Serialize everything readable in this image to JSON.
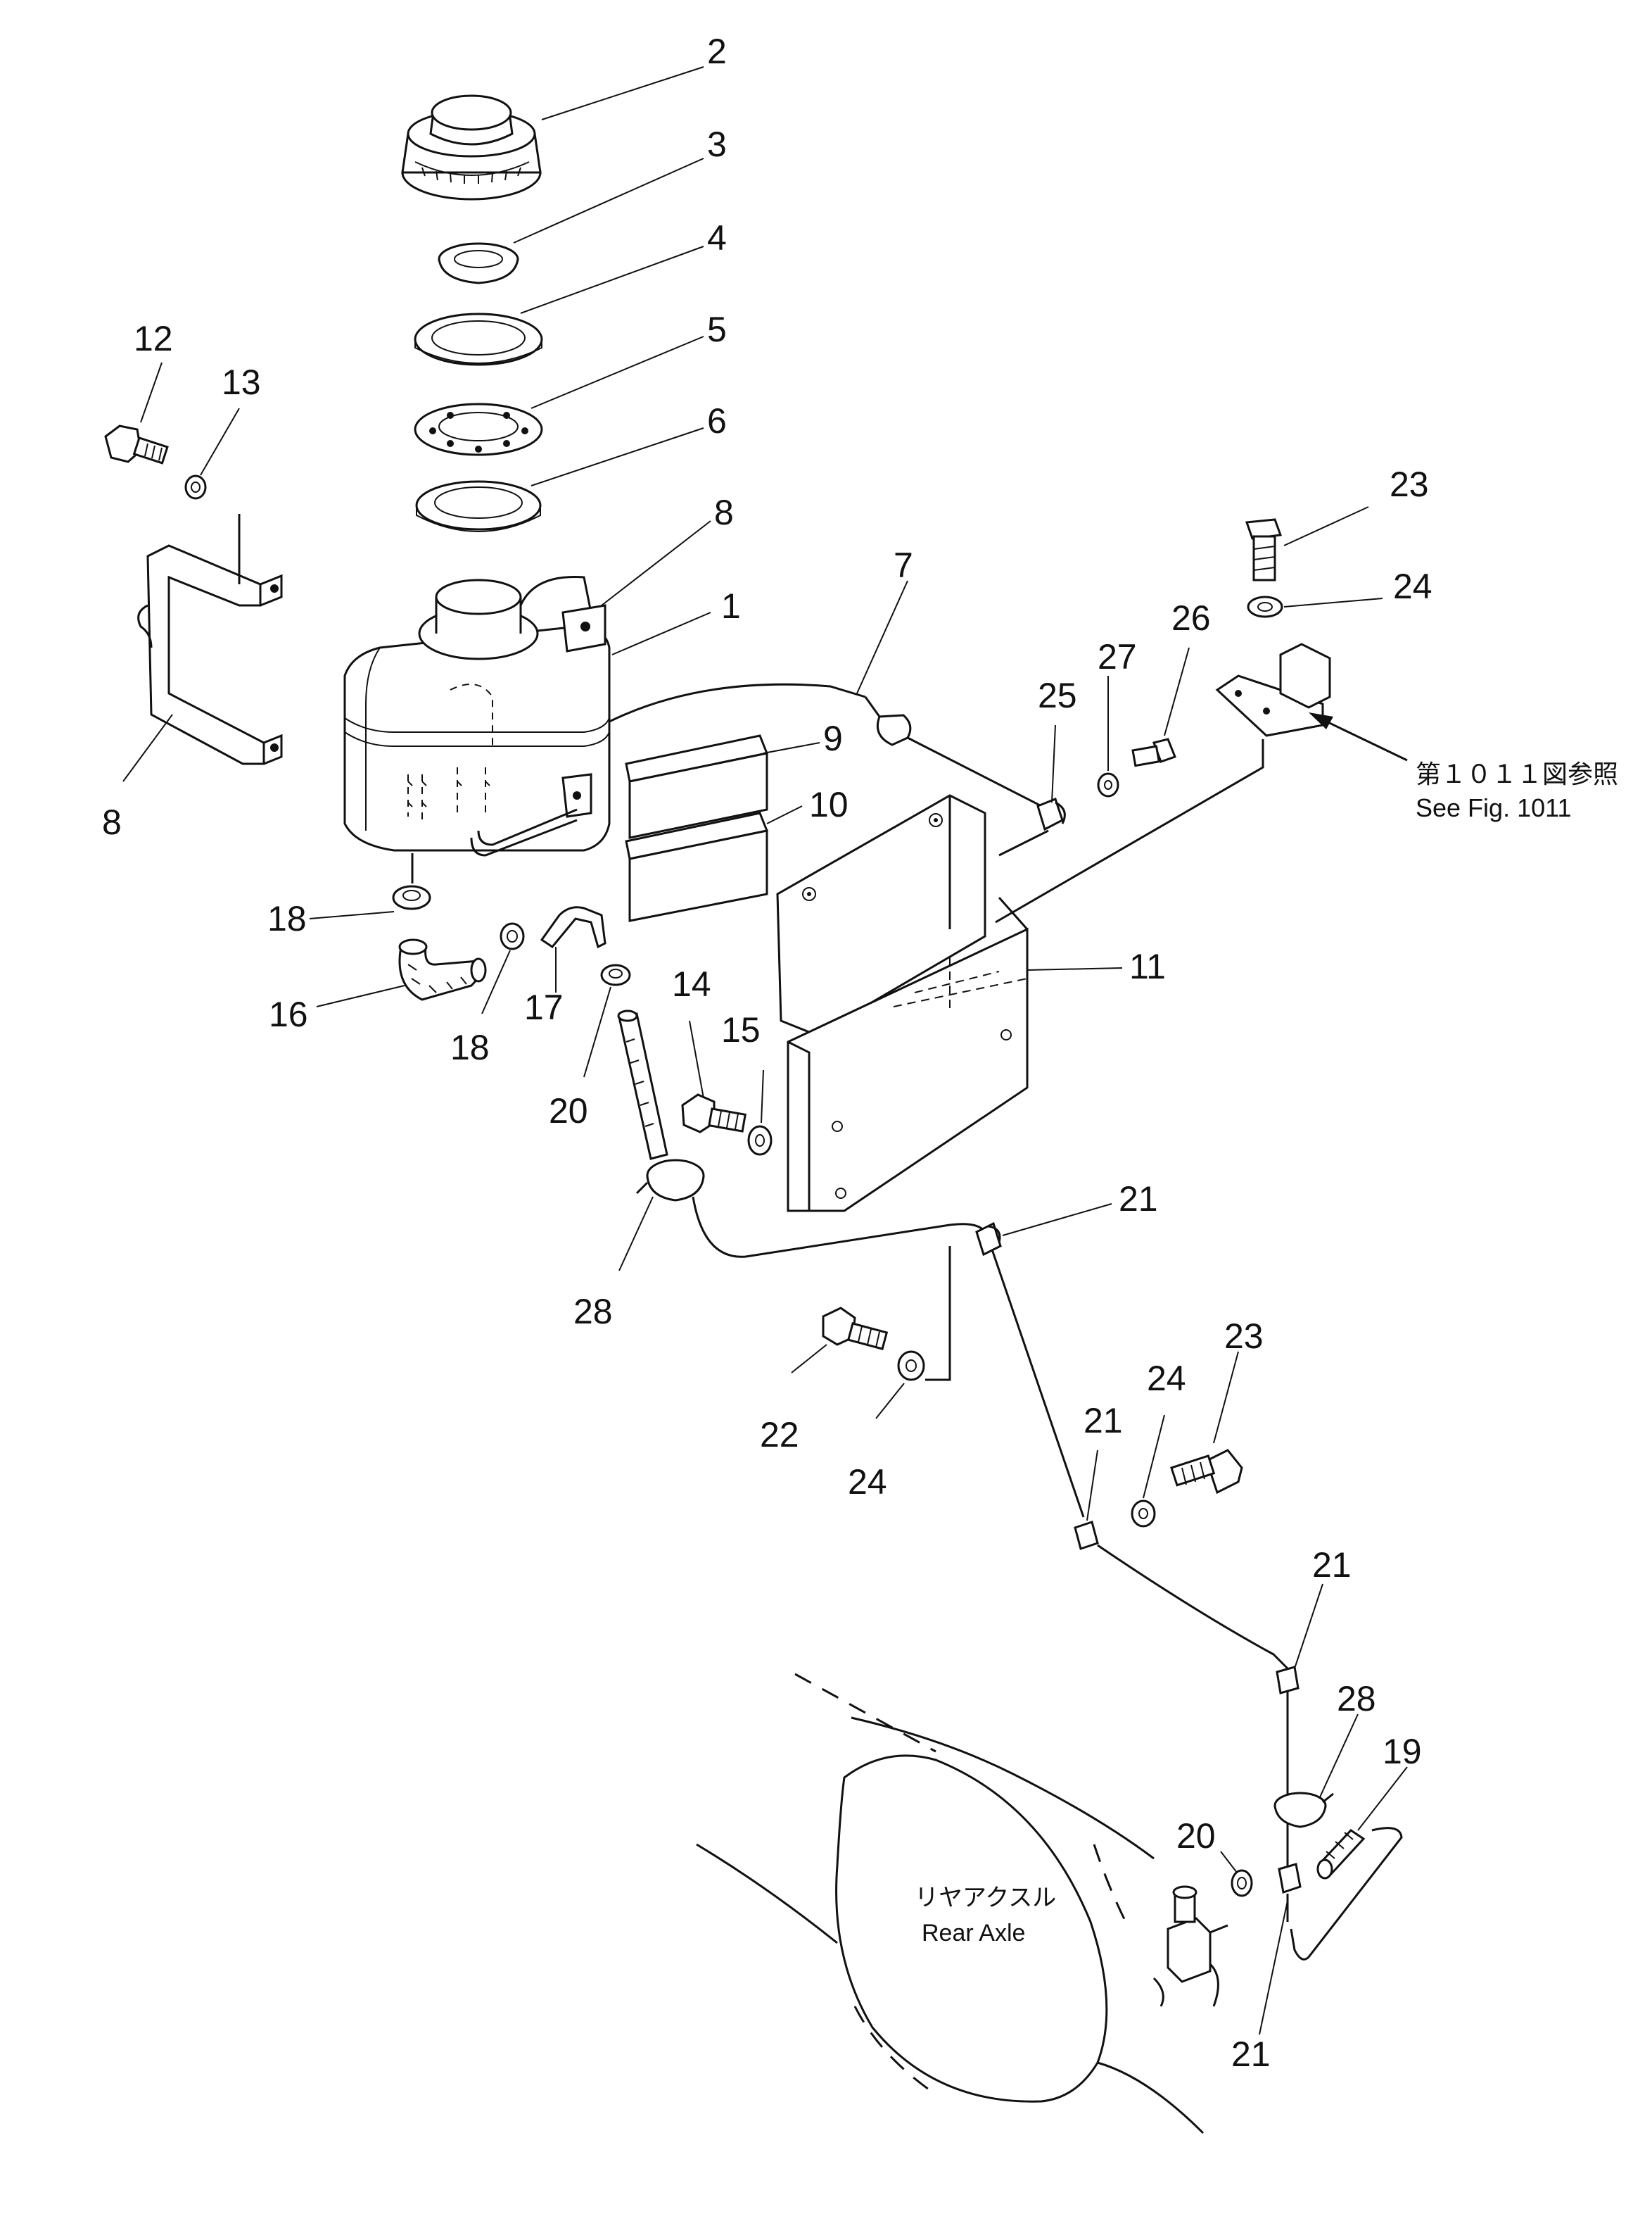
{
  "callouts": {
    "c1": "1",
    "c2": "2",
    "c3": "3",
    "c4": "4",
    "c5": "5",
    "c6": "6",
    "c7": "7",
    "c8a": "8",
    "c8b": "8",
    "c9": "9",
    "c10": "10",
    "c11": "11",
    "c12": "12",
    "c13": "13",
    "c14": "14",
    "c15": "15",
    "c16": "16",
    "c17": "17",
    "c18a": "18",
    "c18b": "18",
    "c19": "19",
    "c20a": "20",
    "c20b": "20",
    "c21a": "21",
    "c21b": "21",
    "c21c": "21",
    "c21d": "21",
    "c22": "22",
    "c23a": "23",
    "c23b": "23",
    "c24a": "24",
    "c24b": "24",
    "c24c": "24",
    "c25": "25",
    "c26": "26",
    "c27": "27",
    "c28a": "28",
    "c28b": "28"
  },
  "reference_note": {
    "japanese": "第１０１１図参照",
    "english": "See Fig. 1011"
  },
  "rear_axle": {
    "japanese": "リヤアクスル",
    "english": "Rear Axle"
  }
}
